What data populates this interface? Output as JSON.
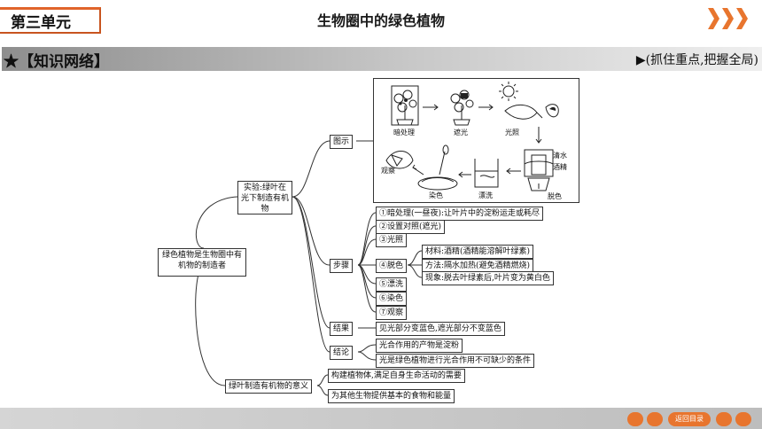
{
  "header": {
    "unit_label": "第三单元",
    "title": "生物圈中的绿色植物"
  },
  "section": {
    "title": "★【知识网络】",
    "hint": "▶(抓住重点,把握全局)"
  },
  "mindmap": {
    "root": "绿色植物是生物圈中有机物的制造者",
    "experiment": "实验:绿叶在光下制造有机物",
    "significance": "绿叶制造有机物的意义",
    "diagram_label": "图示",
    "steps_label": "步骤",
    "steps": [
      "①暗处理(一昼夜):让叶片中的淀粉运走或耗尽",
      "②设置对照(遮光)",
      "③光照",
      "④脱色",
      "⑤漂洗",
      "⑥染色",
      "⑦观察"
    ],
    "decolor_details": [
      "材料:酒精(酒精能溶解叶绿素)",
      "方法:隔水加热(避免酒精燃烧)",
      "现象:脱去叶绿素后,叶片变为黄白色"
    ],
    "result_label": "结果",
    "result_text": "见光部分变蓝色,遮光部分不变蓝色",
    "conclusion_label": "结论",
    "conclusions": [
      "光合作用的产物是淀粉",
      "光是绿色植物进行光合作用不可缺少的条件"
    ],
    "significance_items": [
      "构建植物体,满足自身生命活动的需要",
      "为其他生物提供基本的食物和能量"
    ]
  },
  "illustration": {
    "labels": {
      "dark": "暗处理",
      "shade": "遮光",
      "light": "光照",
      "water": "清水",
      "alcohol": "酒精",
      "decolor": "脱色",
      "rinse": "漂洗",
      "stain": "染色",
      "observe": "观察"
    }
  },
  "footer": {
    "back_label": "返回目录"
  },
  "colors": {
    "accent": "#e8752e",
    "line": "#333333"
  }
}
